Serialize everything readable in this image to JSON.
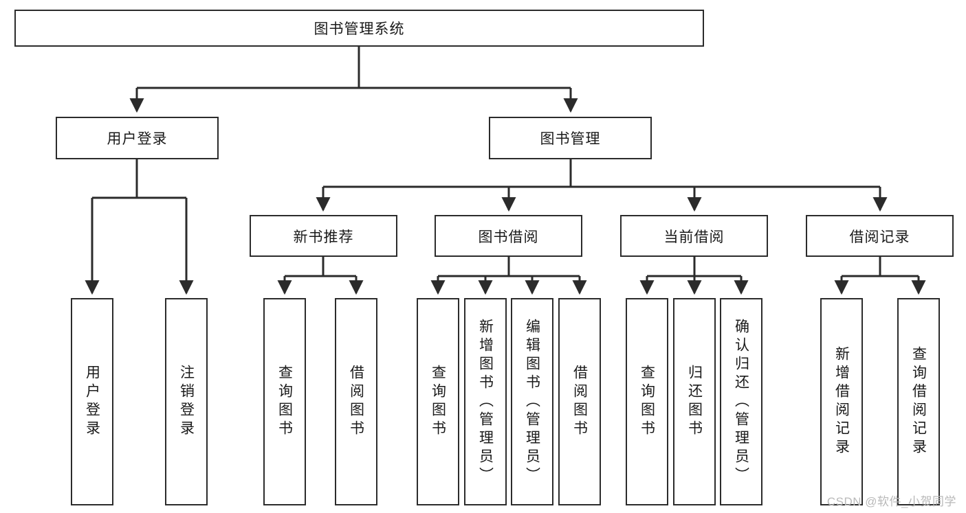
{
  "diagram": {
    "type": "tree",
    "orientation": "top-down",
    "root": {
      "label": "图书管理系统"
    },
    "level2": [
      {
        "label": "用户登录"
      },
      {
        "label": "图书管理"
      }
    ],
    "level3": [
      {
        "label": "新书推荐"
      },
      {
        "label": "图书借阅"
      },
      {
        "label": "当前借阅"
      },
      {
        "label": "借阅记录"
      }
    ],
    "leaves": {
      "user_login": [
        {
          "label": "用户登录"
        },
        {
          "label": "注销登录"
        }
      ],
      "new_book_recommend": [
        {
          "label": "查询图书"
        },
        {
          "label": "借阅图书"
        }
      ],
      "book_borrow": [
        {
          "label": "查询图书"
        },
        {
          "label": "新增图书（管理员）"
        },
        {
          "label": "编辑图书（管理员）"
        },
        {
          "label": "借阅图书"
        }
      ],
      "current_borrow": [
        {
          "label": "查询图书"
        },
        {
          "label": "归还图书"
        },
        {
          "label": "确认归还（管理员）"
        }
      ],
      "borrow_record": [
        {
          "label": "新增借阅记录"
        },
        {
          "label": "查询借阅记录"
        }
      ]
    }
  },
  "watermark": {
    "text": "CSDN @软件_小贺同学"
  },
  "colors": {
    "stroke": "#2b2b2b",
    "fill": "#ffffff",
    "text": "#1a1a1a",
    "watermark": "#b9b9b9"
  }
}
